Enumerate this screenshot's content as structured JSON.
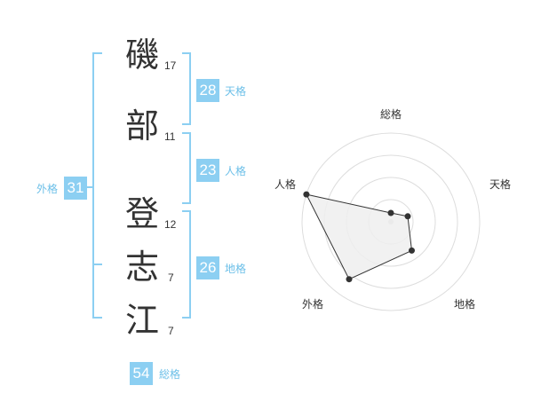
{
  "colors": {
    "accent": "#8ccff2",
    "label": "#6bbfe8",
    "text": "#333333",
    "grid": "#dddddd",
    "area": "#eeeeee",
    "outline": "#333333"
  },
  "characters": [
    {
      "char": "磯",
      "strokes": "17"
    },
    {
      "char": "部",
      "strokes": "11"
    },
    {
      "char": "登",
      "strokes": "12"
    },
    {
      "char": "志",
      "strokes": "7"
    },
    {
      "char": "江",
      "strokes": "7"
    }
  ],
  "fortune": {
    "tenkaku": {
      "label": "天格",
      "value": "28"
    },
    "jinkaku": {
      "label": "人格",
      "value": "23"
    },
    "chikaku": {
      "label": "地格",
      "value": "26"
    },
    "gaikaku": {
      "label": "外格",
      "value": "31"
    },
    "soukaku": {
      "label": "総格",
      "value": "54"
    }
  },
  "chart_data": {
    "type": "radar",
    "axes": [
      "総格",
      "天格",
      "地格",
      "外格",
      "人格"
    ],
    "values": [
      0.1,
      0.2,
      0.4,
      0.8,
      1.0
    ],
    "rings": 4
  }
}
